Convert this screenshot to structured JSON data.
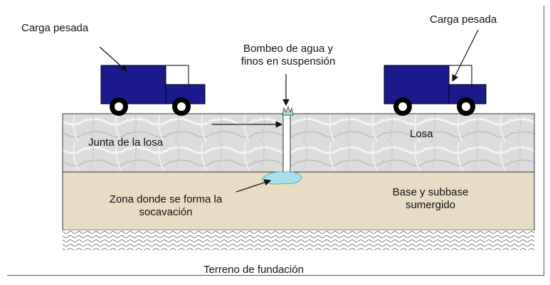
{
  "labels": {
    "load_left": "Carga pesada",
    "load_right": "Carga pesada",
    "pumping_line1": "Bombeo de agua y",
    "pumping_line2": "finos en suspensión",
    "joint": "Junta de la losa",
    "slab": "Losa",
    "scour_line1": "Zona donde se forma la",
    "scour_line2": "socavación",
    "base_line1": "Base y subbase",
    "base_line2": "sumergido",
    "subgrade": "Terreno de fundación"
  },
  "colors": {
    "truck": "#1a1a8c",
    "slab_base": "#d9d9d9",
    "base_layer": "#e8dcc4",
    "water": "#a8dfe8",
    "outline": "#222222"
  }
}
